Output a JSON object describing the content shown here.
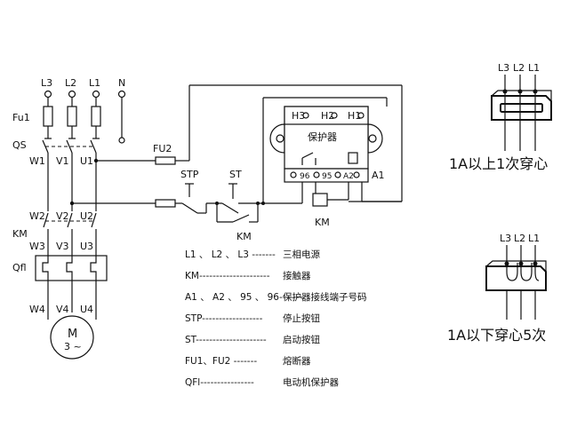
{
  "phases": {
    "l3": "L3",
    "l2": "L2",
    "l1": "L1",
    "n": "N"
  },
  "labels": {
    "fu1": "Fu1",
    "qs": "QS",
    "km_left": "KM",
    "qf": "Qfl",
    "w1": "W1",
    "v1": "V1",
    "u1": "U1",
    "w2": "W2",
    "v2": "V2",
    "u2": "U2",
    "w3": "W3",
    "v3": "V3",
    "u3": "U3",
    "w4": "W4",
    "v4": "V4",
    "u4": "U4",
    "motor_m": "M",
    "motor_3": "3 ~",
    "fu2": "FU2",
    "stp": "STP",
    "st": "ST",
    "km_contact": "KM",
    "km_coil": "KM"
  },
  "protector": {
    "h3": "H3",
    "h2": "H2",
    "h1": "H1",
    "name": "保护器",
    "t96": "96",
    "t95": "95",
    "a2": "A2",
    "a1": "A1"
  },
  "legend": [
    {
      "key": "L1 、 L2 、 L3 -------",
      "desc": "三相电源"
    },
    {
      "key": "KM---------------------",
      "desc": "接触器"
    },
    {
      "key": "A1 、 A2 、 95 、 96-------",
      "desc": "保护器接线端子号码"
    },
    {
      "key": "STP------------------",
      "desc": "停止按钮"
    },
    {
      "key": "ST---------------------",
      "desc": "启动按钮"
    },
    {
      "key": "FU1、FU2 -------",
      "desc": "熔断器"
    },
    {
      "key": "QFl----------------",
      "desc": "电动机保护器"
    }
  ],
  "insets": {
    "top_phases": {
      "l3": "L3",
      "l2": "L2",
      "l1": "L1"
    },
    "top_caption": "1A以上1次穿心",
    "bottom_phases": {
      "l3": "L3",
      "l2": "L2",
      "l1": "L1"
    },
    "bottom_caption": "1A以下穿心5次"
  }
}
